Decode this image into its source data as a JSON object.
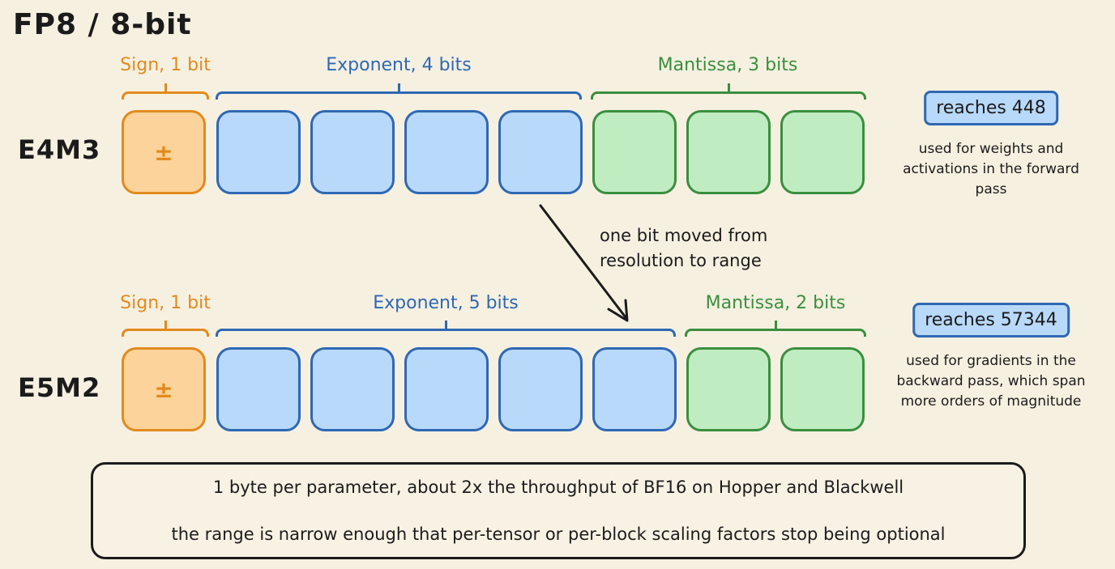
{
  "title": "FP8 / 8-bit",
  "formats": [
    {
      "name": "E4M3",
      "sign_label": "Sign, 1 bit",
      "exponent_label": "Exponent, 4 bits",
      "mantissa_label": "Mantissa, 3 bits",
      "sign_glyph": "±",
      "exponent_bits": 4,
      "mantissa_bits": 3,
      "badge": "reaches 448",
      "note": "used for weights and activations in the forward pass"
    },
    {
      "name": "E5M2",
      "sign_label": "Sign, 1 bit",
      "exponent_label": "Exponent, 5 bits",
      "mantissa_label": "Mantissa, 2 bits",
      "sign_glyph": "±",
      "exponent_bits": 5,
      "mantissa_bits": 2,
      "badge": "reaches 57344",
      "note": "used for gradients in the backward pass, which span more orders of magnitude"
    }
  ],
  "arrow_note": "one bit moved from resolution to range",
  "summary": {
    "line1": "1 byte per parameter, about 2x the throughput of BF16 on Hopper and Blackwell",
    "line2": "the range is narrow enough that per-tensor or per-block scaling factors stop being optional"
  },
  "colors": {
    "background": "#f6f0e1",
    "sign": "#e28a1d",
    "sign_fill": "#fcd39b",
    "exponent": "#2f68b3",
    "exponent_fill": "#b9d9fa",
    "mantissa": "#3a8f3e",
    "mantissa_fill": "#c0ecc2"
  }
}
